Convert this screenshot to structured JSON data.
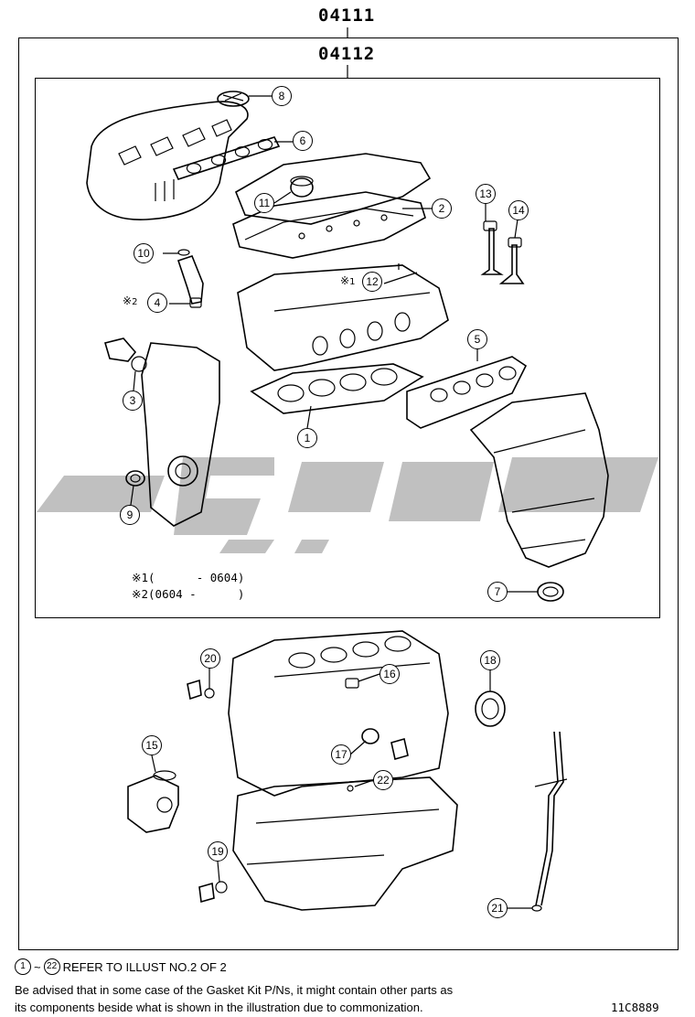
{
  "kits": {
    "outer_part_no": "04111",
    "inner_part_no": "04112"
  },
  "callouts": {
    "c1": "1",
    "c2": "2",
    "c3": "3",
    "c4": "4",
    "c5": "5",
    "c6": "6",
    "c7": "7",
    "c8": "8",
    "c9": "9",
    "c10": "10",
    "c11": "11",
    "c12": "12",
    "c13": "13",
    "c14": "14",
    "c15": "15",
    "c16": "16",
    "c17": "17",
    "c18": "18",
    "c19": "19",
    "c20": "20",
    "c21": "21",
    "c22": "22"
  },
  "notes": {
    "mark": "※",
    "mark1": "1",
    "mark2": "2",
    "note1_text": "(      - 0604)",
    "note2_text": "(0604 -      )"
  },
  "footer": {
    "refer_from": "1",
    "refer_to": "22",
    "refer_sep": "~",
    "refer_text": "REFER TO ILLUST NO.2 OF 2",
    "advisory_line1": "Be advised that in some case of the Gasket Kit P/Ns,  it might contain other parts as",
    "advisory_line2": "its components beside what is shown in the illustration due to commonization.",
    "illustration_id": "11C8889"
  },
  "watermark": {
    "color": "#bdbdbd"
  }
}
